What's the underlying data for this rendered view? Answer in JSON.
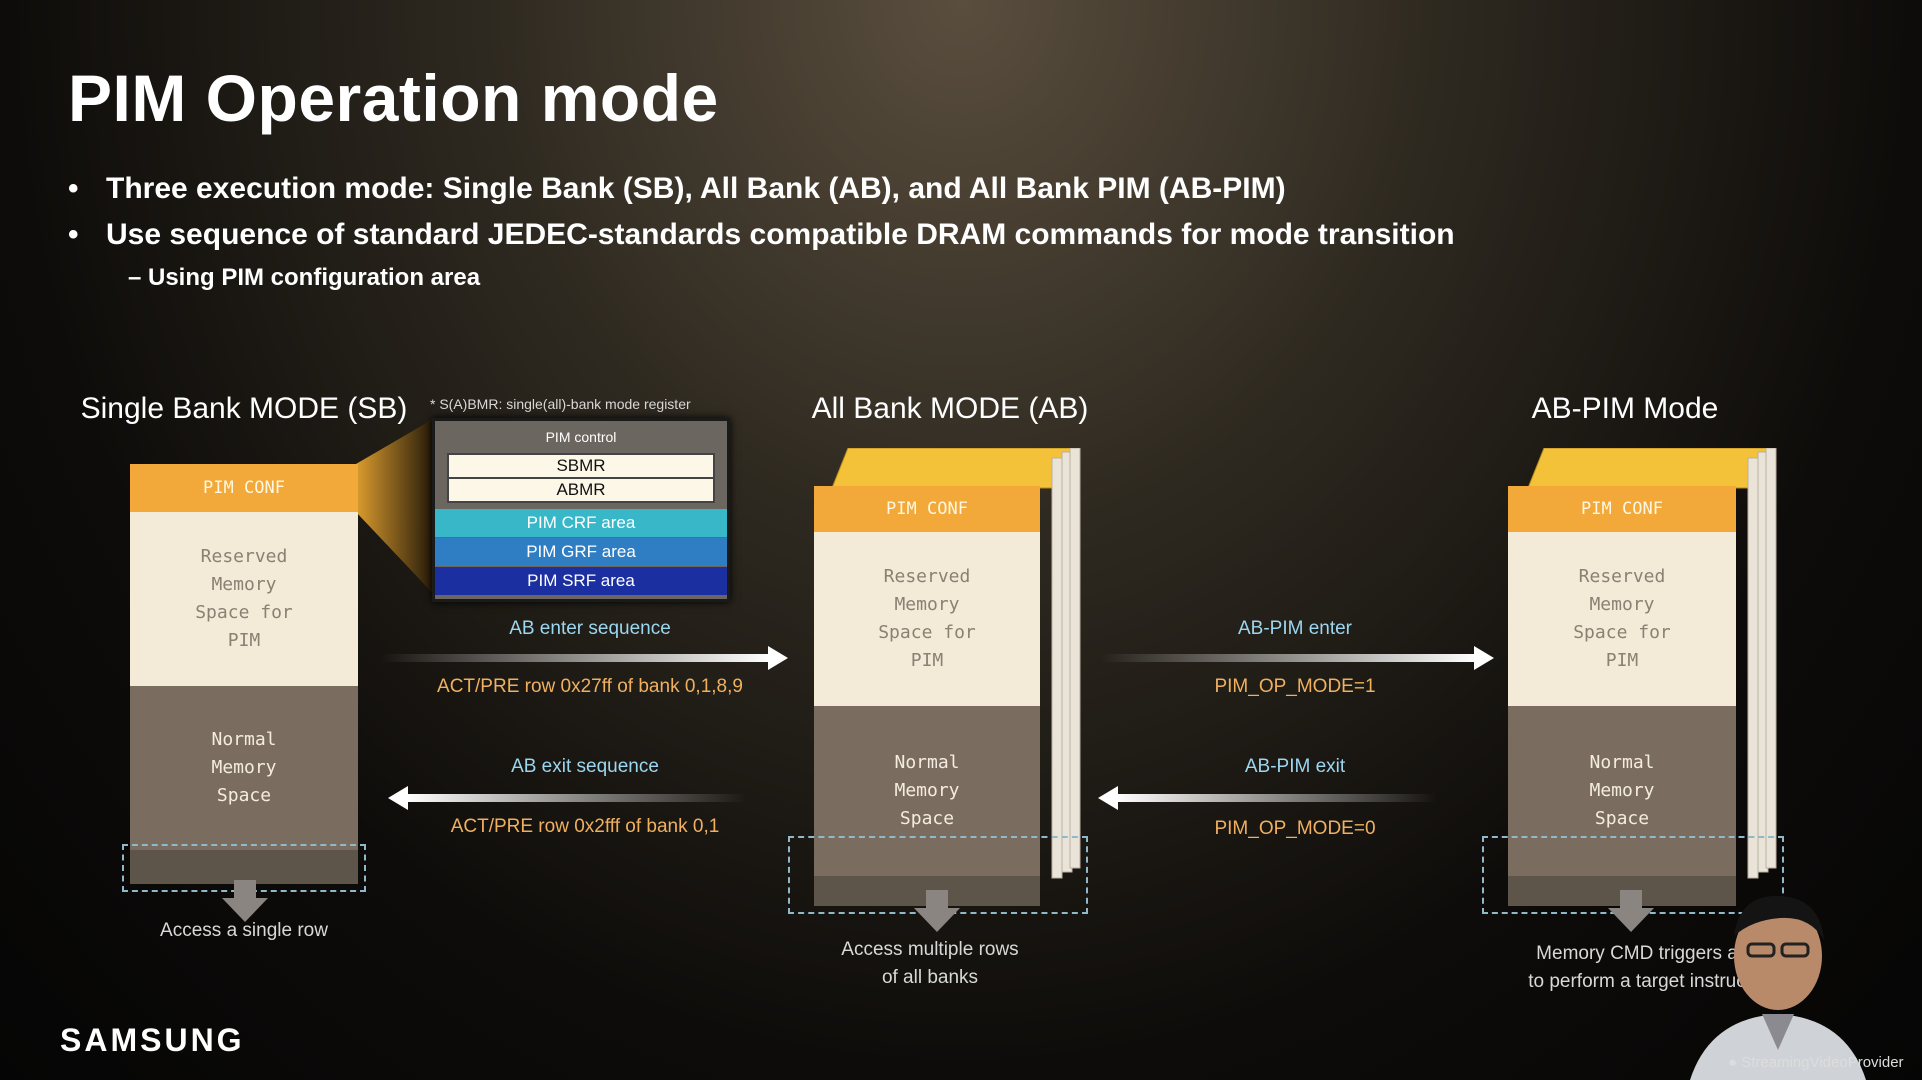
{
  "slide": {
    "title": "PIM Operation mode",
    "bullets": [
      "Three execution mode: Single Bank (SB), All Bank (AB), and All Bank PIM (AB-PIM)",
      "Use sequence of standard JEDEC-standards compatible DRAM commands for mode transition"
    ],
    "sub_bullet": "Using PIM configuration area",
    "bullet_marker": "•",
    "sub_marker": "–",
    "footnote": "* S(A)BMR: single(all)-bank mode register",
    "logo": "SAMSUNG",
    "watermark": "StreamingVideoProvider"
  },
  "modes": {
    "sb": {
      "title": "Single Bank MODE (SB)",
      "access": "Access a single row"
    },
    "ab": {
      "title": "All Bank MODE (AB)",
      "access_line1": "Access multiple rows",
      "access_line2": "of all banks"
    },
    "abpim": {
      "title": "AB-PIM Mode",
      "access_line1": "Memory CMD triggers a",
      "access_line2": "to perform a target instruc"
    }
  },
  "memory": {
    "conf": "PIM CONF",
    "reserved": [
      "Reserved",
      "Memory",
      "Space for",
      "PIM"
    ],
    "normal": [
      "Normal",
      "Memory",
      "Space"
    ]
  },
  "pim_control": {
    "header": "PIM control",
    "registers": [
      "SBMR",
      "ABMR"
    ],
    "areas": [
      {
        "label": "PIM CRF area",
        "color": "#38b7c9"
      },
      {
        "label": "PIM GRF area",
        "color": "#2f7ec4"
      },
      {
        "label": "PIM SRF area",
        "color": "#1b2fa0"
      }
    ]
  },
  "transitions": {
    "ab_enter": {
      "label": "AB enter sequence",
      "cmd": "ACT/PRE row 0x27ff of bank 0,1,8,9"
    },
    "ab_exit": {
      "label": "AB exit sequence",
      "cmd": "ACT/PRE row 0x2fff of bank 0,1"
    },
    "abpim_enter": {
      "label": "AB-PIM enter",
      "cmd": "PIM_OP_MODE=1"
    },
    "abpim_exit": {
      "label": "AB-PIM exit",
      "cmd": "PIM_OP_MODE=0"
    }
  },
  "colors": {
    "conf": "#f2a93a",
    "reserved": "#f3ead8",
    "normal": "#7a6d5f",
    "arrow_label": "#9cd6ef",
    "cmd_label": "#f0b060"
  }
}
